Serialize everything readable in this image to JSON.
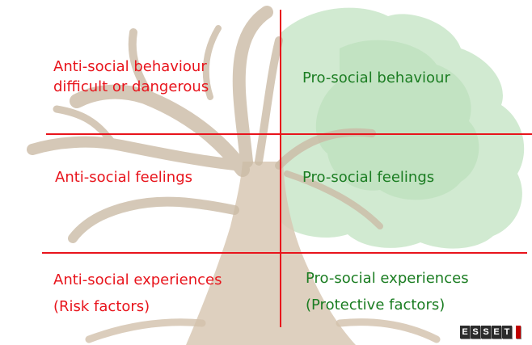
{
  "quadrants": {
    "top_left": [
      "Anti-social behaviour",
      "difficult or dangerous"
    ],
    "top_right": "Pro-social behaviour",
    "middle_left": "Anti-social feelings",
    "middle_right": "Pro-social feelings",
    "bottom_left": [
      "Anti-social experiences",
      "(Risk factors)"
    ],
    "bottom_right": [
      "Pro-social experiences",
      "(Protective factors)"
    ]
  },
  "logo": {
    "letters": [
      "E",
      "S",
      "S",
      "E",
      "T"
    ]
  },
  "colors": {
    "anti_social_text": "#e8141c",
    "pro_social_text": "#1b7d22",
    "grid_lines": "#e8141c",
    "foliage": "#c9e6c9",
    "trunk": "#d8c8b4"
  }
}
